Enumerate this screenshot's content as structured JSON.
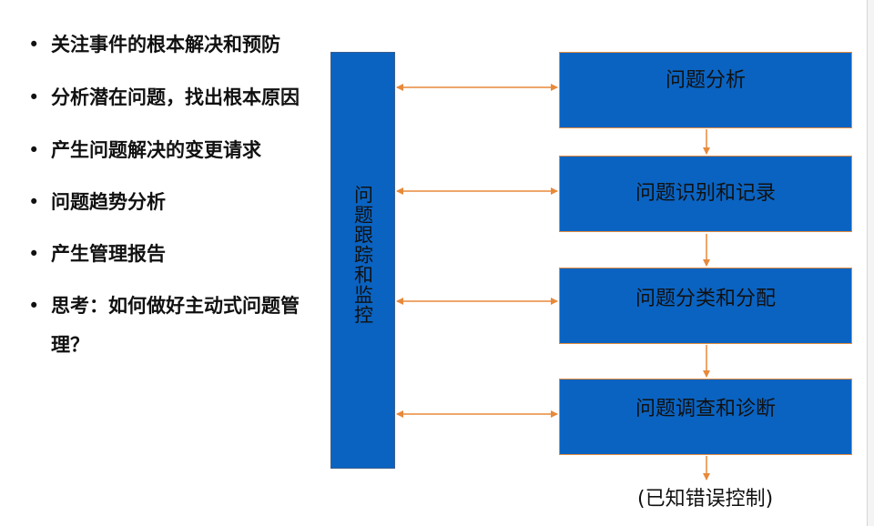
{
  "bullets": [
    {
      "marker": "•",
      "text": "关注事件的根本解决和预防"
    },
    {
      "marker": "•",
      "text": "分析潜在问题，找出根本原因"
    },
    {
      "marker": "•",
      "text": "产生问题解决的变更请求"
    },
    {
      "marker": "•",
      "text": "问题趋势分析"
    },
    {
      "marker": "•",
      "text": "产生管理报告"
    },
    {
      "marker": "•",
      "text": "思考：如何做好主动式问题管理？"
    }
  ],
  "diagram": {
    "tracker_label": "问题跟踪和监控",
    "steps": [
      {
        "label": "问题分析"
      },
      {
        "label": "问题识别和记录"
      },
      {
        "label": "问题分类和分配"
      },
      {
        "label": "问题调查和诊断"
      }
    ],
    "footer_label": "(已知错误控制)",
    "colors": {
      "box_fill": "#0a63c1",
      "arrow": "#e8893a",
      "text": "#111111"
    }
  }
}
